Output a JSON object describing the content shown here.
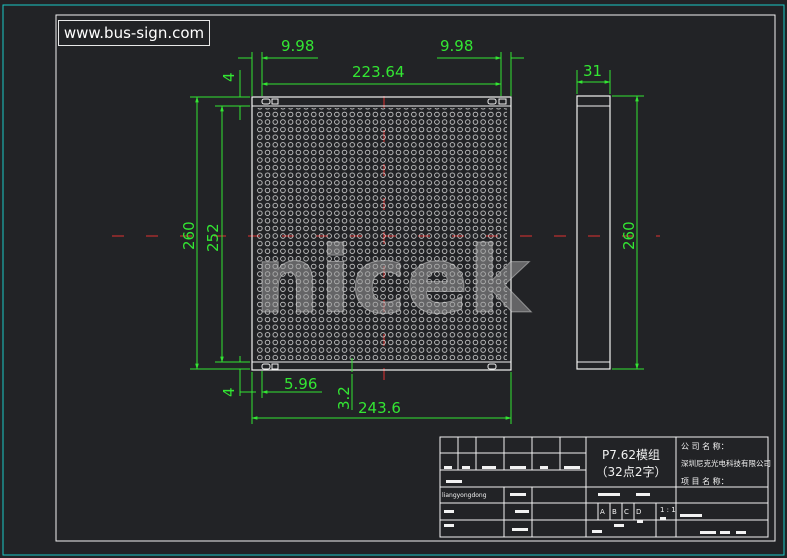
{
  "site_label": "www.bus-sign.com",
  "watermark": "nicek",
  "dimensions": {
    "top_left": "9.98",
    "top_right": "9.98",
    "top_span": "223.64",
    "side_width": "31",
    "left_small_top": "4",
    "left_small_bottom": "4",
    "outer_height": "260",
    "inner_height": "252",
    "side_height": "260",
    "bottom_offset": "5.96",
    "bottom_small": "3.2",
    "bottom_width": "243.6"
  },
  "title_block": {
    "product_line1": "P7.62模组",
    "product_line2": "（32点2字）",
    "company_label": "公 司 名 称：",
    "company_name": "深圳尼克光电科技有限公司",
    "project_label": "项 目 名 称：",
    "scale": "1 : 1",
    "designer": "liangyongdong",
    "grade_letters": [
      "A",
      "B",
      "C",
      "D"
    ]
  },
  "colors": {
    "background": "#222326",
    "frame": "#19c9c6",
    "line": "#ffffff",
    "dimension": "#33e633",
    "centerline": "#e03030"
  }
}
